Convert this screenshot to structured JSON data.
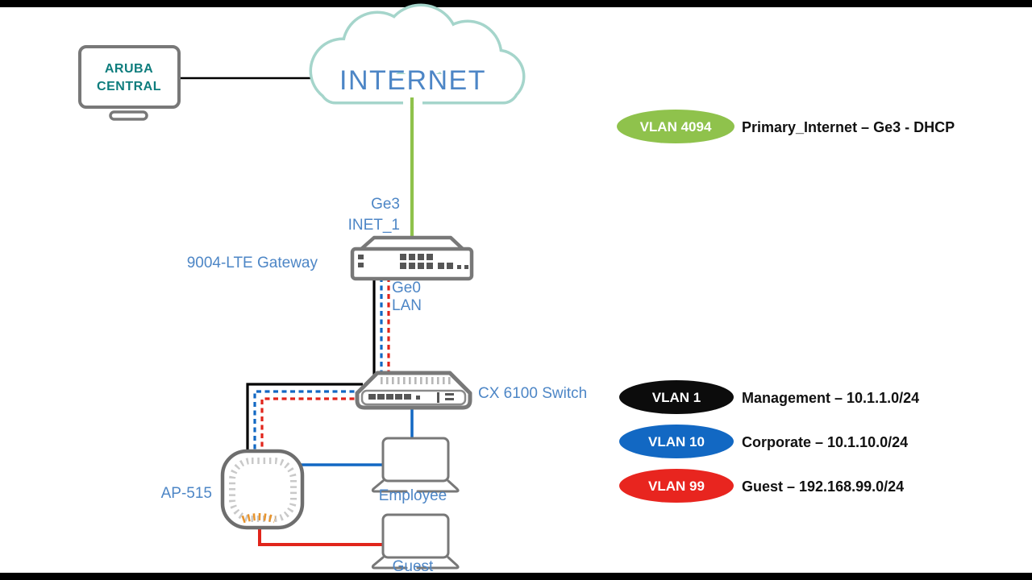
{
  "nodes": {
    "aruba_central": {
      "line1": "ARUBA",
      "line2": "CENTRAL"
    },
    "internet": {
      "label": "INTERNET"
    },
    "gateway": {
      "label": "9004-LTE Gateway",
      "uplink_line1": "Ge3",
      "uplink_line2": "INET_1",
      "lan_line1": "Ge0",
      "lan_line2": "LAN"
    },
    "switch": {
      "label": "CX 6100 Switch"
    },
    "ap": {
      "label": "AP-515"
    },
    "employee_laptop": {
      "label": "Employee"
    },
    "guest_laptop": {
      "label": "Guest"
    }
  },
  "legend": {
    "items": [
      {
        "vlan": "VLAN 4094",
        "description": "Primary_Internet – Ge3 - DHCP",
        "color": "#8fc24c"
      },
      {
        "vlan": "VLAN 1",
        "description": "Management – 10.1.1.0/24",
        "color": "#0c0c0c"
      },
      {
        "vlan": "VLAN 10",
        "description": "Corporate – 10.1.10.0/24",
        "color": "#1268c3"
      },
      {
        "vlan": "VLAN 99",
        "description": "Guest – 192.168.99.0/24",
        "color": "#e8251f"
      }
    ]
  },
  "links": {
    "internet_color": "#8fc24c",
    "management_color": "#000000",
    "corporate_color": "#1268c3",
    "guest_color": "#e1251b"
  },
  "colors": {
    "label_blue": "#4d86c6",
    "aruba_teal": "#0e7d7d",
    "cloud_outline": "#a5d5cb",
    "device_gray": "#787878",
    "letterbox": "#000000"
  }
}
